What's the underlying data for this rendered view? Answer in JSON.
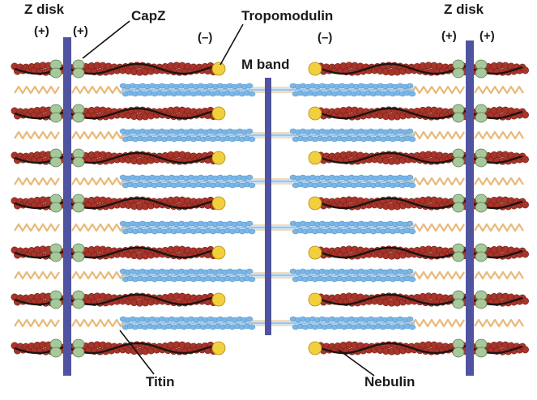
{
  "labels": {
    "z_disk_left": "Z disk",
    "z_disk_right": "Z disk",
    "capz": "CapZ",
    "tropomodulin": "Tropomodulin",
    "m_band": "M band",
    "titin": "Titin",
    "nebulin": "Nebulin",
    "plus": "(+)",
    "minus": "(–)"
  },
  "colors": {
    "z_disk": "#5054a0",
    "actin": "#a8342a",
    "actin_dark": "#6e1e16",
    "tropomyosin": "#1e1410",
    "capz": "#a7c89a",
    "tropomodulin": "#f2cf3c",
    "myosin": "#7ab6e6",
    "thick_core": "#9fc6e8",
    "titin": "#e8b97a"
  }
}
